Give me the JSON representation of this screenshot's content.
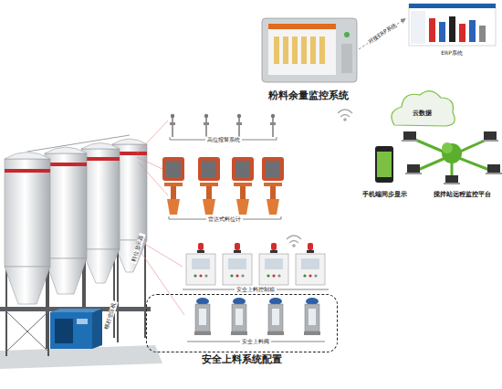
{
  "diagram": {
    "nodes": [
      {
        "text": [
          "粉料余量监控系统"
        ]
      },
      {
        "text": [
          "ERP系统"
        ]
      },
      {
        "text": [
          "安全上料系统配置"
        ]
      }
    ],
    "edges": [
      {
        "from": 0,
        "to": 1,
        "label": "对接ERP系统",
        "arrow": "to"
      }
    ],
    "labels": [
      "高位报警系统",
      "雷达式料位计",
      "安全上料控制箱",
      "安全上料阀",
      "云数据",
      "手机端同步显示",
      "搅拌站远程监控平台",
      "料位显示器",
      "螺杆空压机"
    ]
  }
}
